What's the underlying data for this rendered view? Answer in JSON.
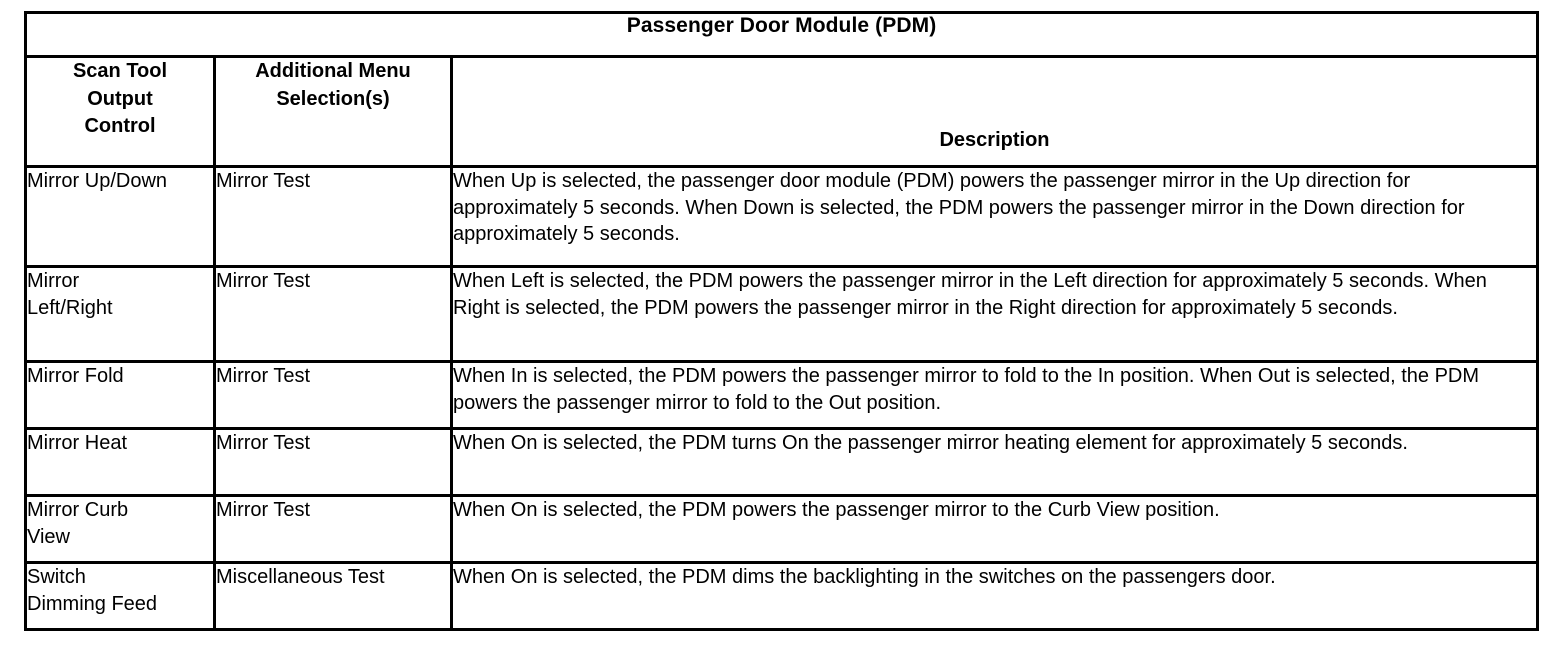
{
  "table": {
    "title": "Passenger Door Module (PDM)",
    "columns": [
      {
        "key": "control",
        "header": "Scan Tool\nOutput\nControl"
      },
      {
        "key": "menu",
        "header": "Additional Menu\nSelection(s)"
      },
      {
        "key": "description",
        "header": "Description"
      }
    ],
    "rows": [
      {
        "control": "Mirror Up/Down",
        "menu": "Mirror Test",
        "description": "When Up is selected, the passenger door module (PDM) powers the passenger mirror in the Up direction for approximately 5 seconds. When Down is selected, the PDM powers the passenger mirror in the Down direction for approximately 5 seconds."
      },
      {
        "control": "Mirror\nLeft/Right",
        "menu": "Mirror Test",
        "description": "When Left is selected, the PDM powers the passenger mirror in the Left direction for approximately 5 seconds. When Right is selected, the PDM powers the passenger mirror in the Right direction for approximately 5 seconds."
      },
      {
        "control": "Mirror Fold",
        "menu": "Mirror Test",
        "description": "When In is selected, the PDM powers the passenger mirror to fold to the In position. When Out is selected, the PDM powers the passenger mirror to fold to the Out position."
      },
      {
        "control": "Mirror Heat",
        "menu": "Mirror Test",
        "description": "When On is selected, the PDM turns On the passenger mirror heating element for approximately 5 seconds."
      },
      {
        "control": "Mirror Curb\nView",
        "menu": "Mirror Test",
        "description": "When On is selected, the PDM powers the passenger mirror to the Curb View position."
      },
      {
        "control": "Switch\nDimming Feed",
        "menu": "Miscellaneous Test",
        "description": "When On is selected, the PDM dims the backlighting in the switches on the passengers door."
      }
    ]
  },
  "colors": {
    "border": "#000000",
    "text": "#000000",
    "background": "#ffffff"
  }
}
